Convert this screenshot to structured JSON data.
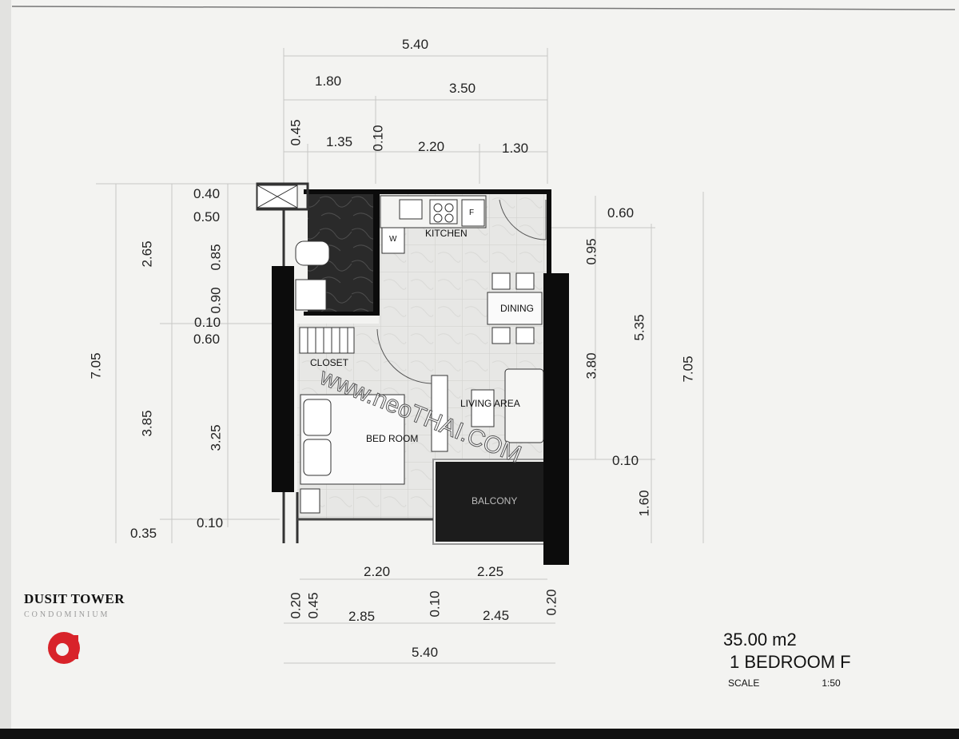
{
  "dimensions": {
    "top_overall": "5.40",
    "top_row2_left": "1.80",
    "top_row2_right": "3.50",
    "top_row3_a": "0.45",
    "top_row3_b": "1.35",
    "top_row3_c": "0.10",
    "top_row3_d": "2.20",
    "top_row3_e": "1.30",
    "left_outer_top": "2.65",
    "left_outer_total": "7.05",
    "left_outer_bottom": "3.85",
    "left_outer_base": "0.35",
    "left_inner_1": "0.40",
    "left_inner_2": "0.50",
    "left_inner_3": "0.85",
    "left_inner_4": "0.90",
    "left_inner_5": "0.10",
    "left_inner_6": "0.60",
    "left_inner_7": "3.25",
    "left_inner_8": "0.10",
    "right_inner_1": "0.60",
    "right_inner_2": "0.95",
    "right_inner_3": "3.80",
    "right_inner_4": "0.10",
    "right_inner_5": "1.60",
    "right_outer_mid": "5.35",
    "right_outer_total": "7.05",
    "bottom_row1_left": "2.20",
    "bottom_row1_right": "2.25",
    "bottom_row2_a": "0.20",
    "bottom_row2_b": "0.45",
    "bottom_row2_c": "2.85",
    "bottom_row2_d": "0.10",
    "bottom_row2_e": "2.45",
    "bottom_row2_f": "0.20",
    "bottom_overall": "5.40"
  },
  "rooms": {
    "kitchen": "KITCHEN",
    "dining": "DINING",
    "closet": "CLOSET",
    "living": "LIVING AREA",
    "bedroom": "BED ROOM",
    "balcony": "BALCONY",
    "washer": "W",
    "fridge": "F"
  },
  "watermark": "www.neoTHAI.COM",
  "brand": {
    "name": "DUSIT TOWER",
    "subtitle": "CONDOMINIUM"
  },
  "titleblock": {
    "area": "35.00 m2",
    "unit": "1 BEDROOM F",
    "scale_label": "SCALE",
    "scale_value": "1:50"
  },
  "colors": {
    "paper": "#f3f3f1",
    "wall": "#0c0c0c",
    "logo_red": "#d8232a"
  }
}
